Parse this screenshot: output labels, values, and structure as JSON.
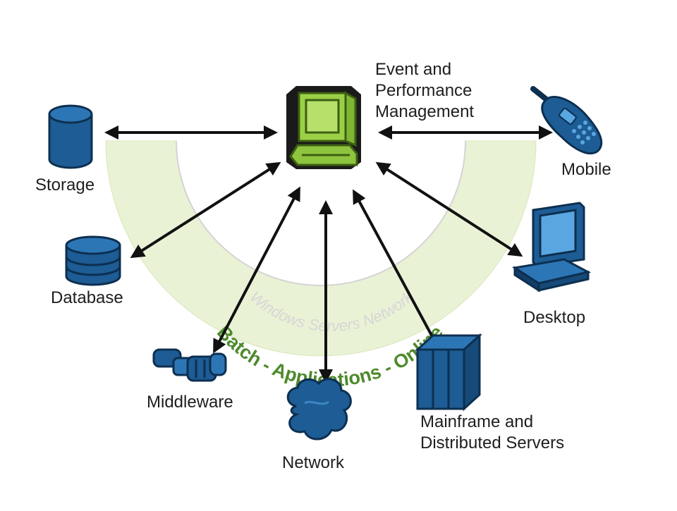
{
  "center": {
    "title_lines": [
      "Event and",
      "Performance",
      "Management"
    ]
  },
  "arc": {
    "label": "Batch - Applications - Online",
    "faded_label": "Windows Servers Network"
  },
  "nodes": {
    "storage": "Storage",
    "database": "Database",
    "middleware": "Middleware",
    "network": "Network",
    "mainframe_lines": [
      "Mainframe and",
      "Distributed Servers"
    ],
    "desktop": "Desktop",
    "mobile": "Mobile"
  },
  "colors": {
    "device_blue": "#1d5c94",
    "device_dark": "#123d66",
    "center_green": "#9bd046",
    "center_dark": "#5f8f1e",
    "arc_fill": "#eaf2d6",
    "arc_text": "#4e8a2c",
    "arrow": "#111111"
  },
  "icons": {
    "center": "workstation-icon",
    "storage": "storage-cylinder-icon",
    "database": "database-icon",
    "middleware": "middleware-pipes-icon",
    "network": "network-cloud-icon",
    "mainframe": "server-rack-icon",
    "desktop": "desktop-computer-icon",
    "mobile": "mobile-phone-icon"
  }
}
